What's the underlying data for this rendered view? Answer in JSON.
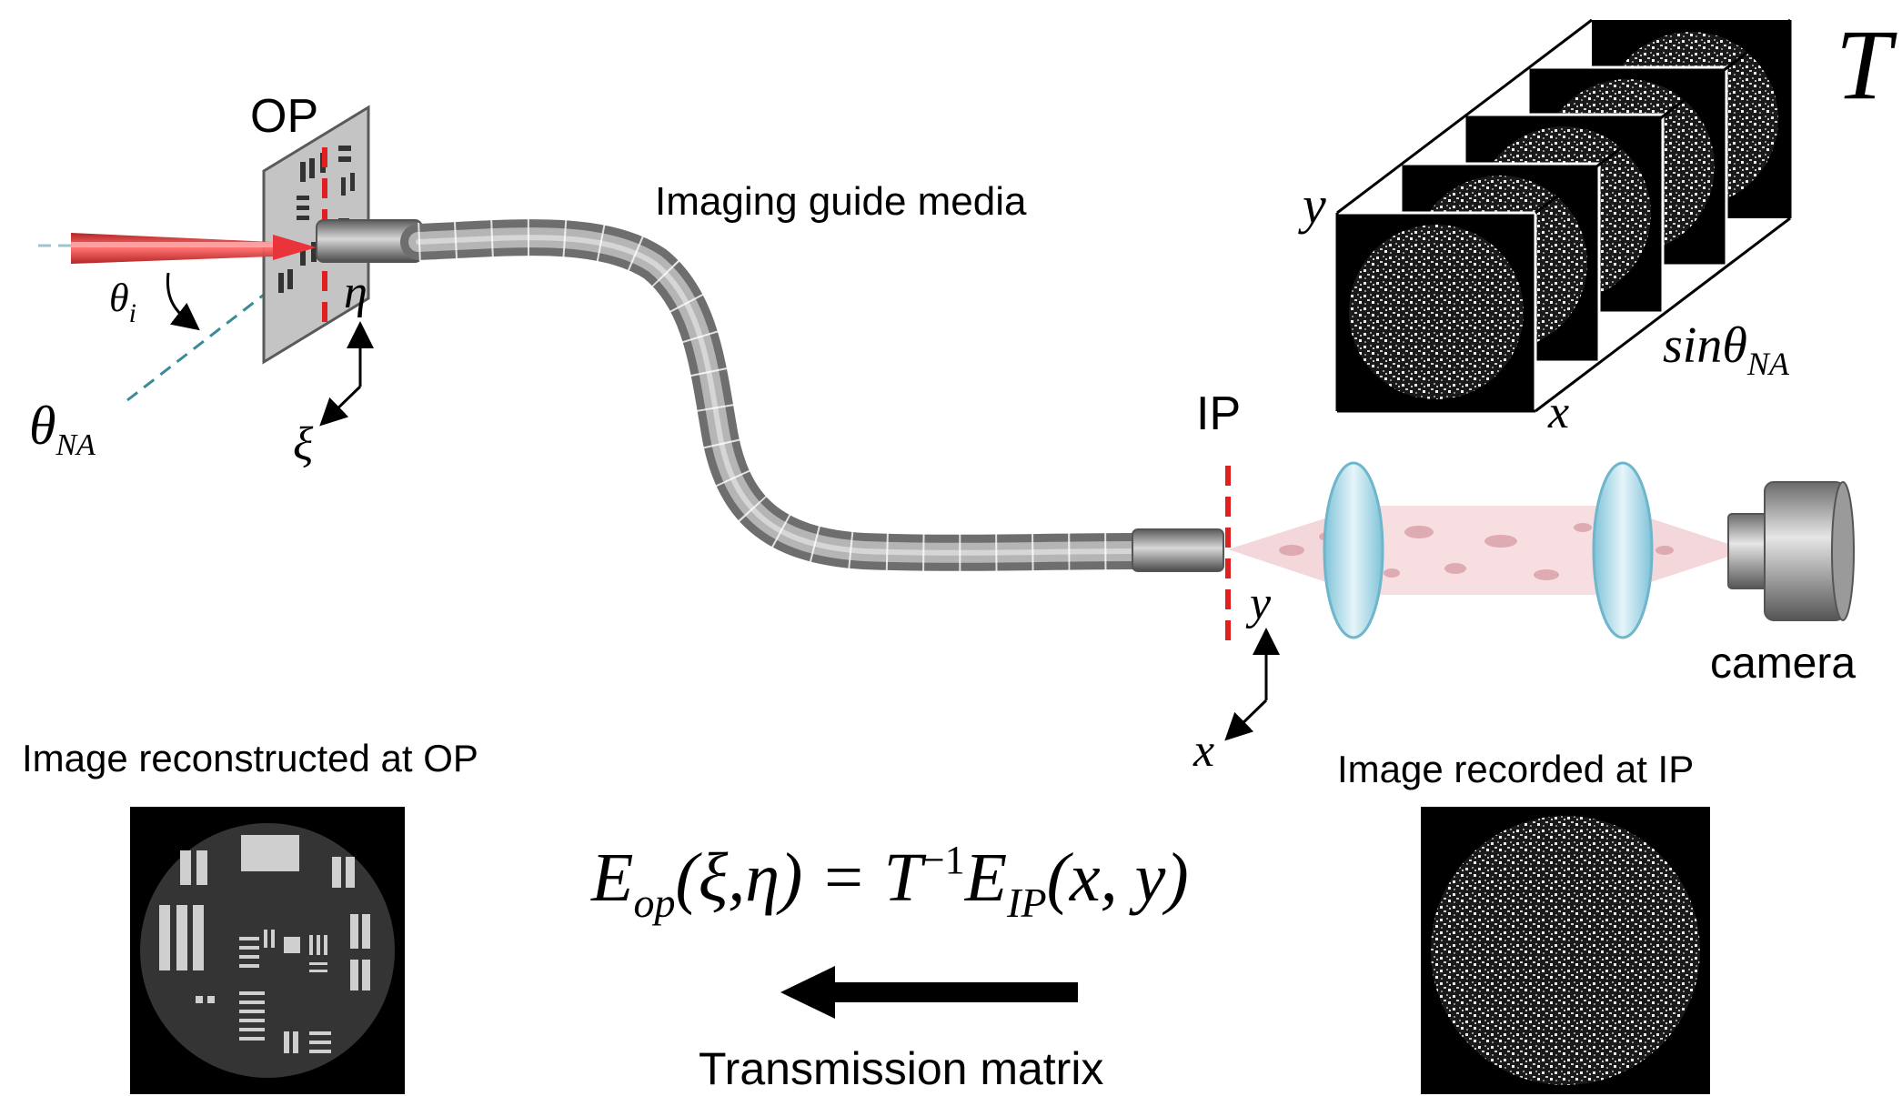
{
  "labels": {
    "object_plane": "OP",
    "image_plane": "IP",
    "media": "Imaging guide media",
    "camera": "camera",
    "tm_symbol": "T",
    "reconstructed": "Image reconstructed at OP",
    "recorded": "Image recorded at IP",
    "transmission_matrix": "Transmission matrix"
  },
  "symbols": {
    "theta_i_base": "θ",
    "theta_i_sub": "i",
    "theta_na_base": "θ",
    "theta_na_sub": "NA",
    "xi": "ξ",
    "eta": "η",
    "ip_x": "x",
    "ip_y": "y",
    "stack_x": "x",
    "stack_y": "y",
    "sin_base": "sinθ",
    "sin_sub": "NA"
  },
  "equation": {
    "e": "E",
    "op_sub": "op",
    "args_op": "(ξ,η) = ",
    "t": "T",
    "inv": "−1",
    "e2": "E",
    "ip_sub": "IP",
    "args_ip": "(x, y)"
  },
  "colors": {
    "laser": "#e8343a",
    "dashed_plane": "#e02020",
    "lens": "#a9d8e8",
    "fiber": "#8f8f8f",
    "na_line": "#3a8a99"
  }
}
